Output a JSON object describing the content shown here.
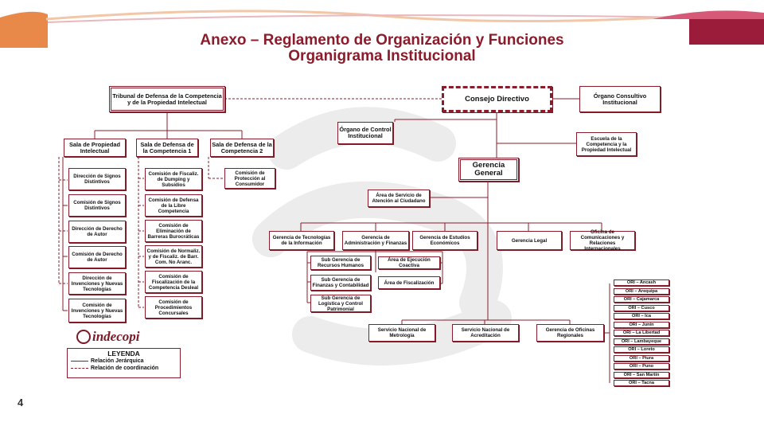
{
  "title": {
    "line1": "Anexo – Reglamento de Organización y Funciones",
    "line2": "Organigrama Institucional"
  },
  "colors": {
    "accent": "#8a1c2b",
    "orange": "#e8894a",
    "watermark": "#e9e9e9"
  },
  "page_number": "4",
  "logo_text": "indecopi",
  "legend": {
    "title": "LEYENDA",
    "hierarchy": "Relación Jerárquica",
    "coordination": "Relación de coordinación"
  },
  "top": {
    "tribunal": "Tribunal de Defensa de la Competencia y de la Propiedad Intelectual",
    "consejo": "Consejo Directivo",
    "consultivo": "Órgano Consultivo Institucional",
    "control": "Órgano de Control Institucional",
    "escuela": "Escuela de la Competencia y la Propiedad Intelectual",
    "gerencia_general": "Gerencia General",
    "atencion": "Área de Servicio de Atención al Ciudadano"
  },
  "salas": [
    "Sala de Propiedad Intelectual",
    "Sala de Defensa de la Competencia 1",
    "Sala de Defensa de la Competencia 2"
  ],
  "col_pi": [
    "Dirección de Signos Distintivos",
    "Comisión de Signos Distintivos",
    "Dirección de Derecho de Autor",
    "Comisión de Derecho de Autor",
    "Dirección de Invenciones y Nuevas Tecnologías",
    "Comisión de Invenciones y Nuevas Tecnologías"
  ],
  "col_dc1": [
    "Comisión de Fiscaliz. de Dumping y Subsidios",
    "Comisión de Defensa de la Libre Competencia",
    "Comisión de Eliminación de Barreras Burocráticas",
    "Comisión de Normaliz. y de Fiscaliz. de Barr. Com. No Aranc.",
    "Comisión de Fiscalización de la Competencia Desleal",
    "Comisión de Procedimientos Concursales"
  ],
  "col_dc2": [
    "Comisión de Protección al Consumidor"
  ],
  "gerencias": [
    "Gerencia de Tecnologías de la Información",
    "Gerencia de Administración y Finanzas",
    "Gerencia de Estudios Económicos",
    "Gerencia Legal",
    "Oficina de Comunicaciones y Relaciones Internacionales"
  ],
  "admin_sub": [
    "Sub Gerencia de Recursos Humanos",
    "Sub Gerencia de Finanzas y Contabilidad",
    "Sub Gerencia de Logística y Control Patrimonial"
  ],
  "admin_areas": [
    "Área de Ejecución Coactiva",
    "Área de Fiscalización"
  ],
  "servicios": [
    "Servicio Nacional de Metrología",
    "Servicio Nacional de Acreditación",
    "Gerencia de Oficinas Regionales"
  ],
  "ori": [
    "ORI – Ancash",
    "ORI – Arequipa",
    "ORI – Cajamarca",
    "ORI – Cusco",
    "ORI – Ica",
    "ORI – Junín",
    "ORI – La Libertad",
    "ORI – Lambayeque",
    "ORI – Loreto",
    "ORI – Piura",
    "ORI – Puno",
    "ORI – San Martín",
    "ORI – Tacna"
  ]
}
